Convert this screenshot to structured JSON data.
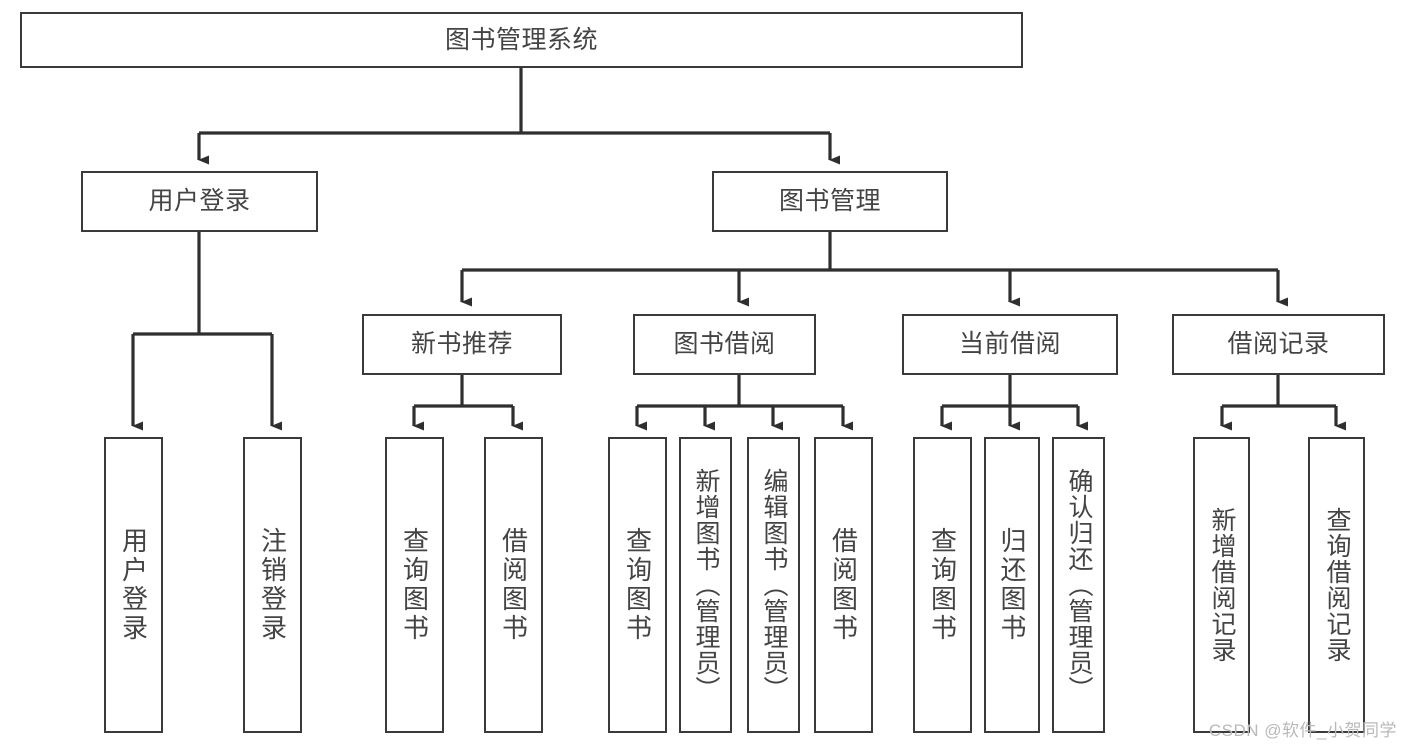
{
  "diagram": {
    "title": "图书管理系统",
    "type": "tree-hierarchy",
    "style": {
      "box_border_color": "#3a3a3a",
      "box_fill_color": "#ffffff",
      "connector_color": "#2f2f2f",
      "text_color": "#444444",
      "background_color": "#ffffff"
    },
    "root": {
      "label": "图书管理系统"
    },
    "level1": [
      {
        "label": "用户登录"
      },
      {
        "label": "图书管理"
      }
    ],
    "level2": [
      {
        "label": "新书推荐"
      },
      {
        "label": "图书借阅"
      },
      {
        "label": "当前借阅"
      },
      {
        "label": "借阅记录"
      }
    ],
    "leaves": {
      "user_login": [
        {
          "label": "用户登录"
        },
        {
          "label": "注销登录"
        }
      ],
      "new_book_recommend": [
        {
          "label": "查询图书"
        },
        {
          "label": "借阅图书"
        }
      ],
      "book_borrow": [
        {
          "label": "查询图书"
        },
        {
          "label": "新增图书（管理员）"
        },
        {
          "label": "编辑图书（管理员）"
        },
        {
          "label": "借阅图书"
        }
      ],
      "current_borrow": [
        {
          "label": "查询图书"
        },
        {
          "label": "归还图书"
        },
        {
          "label": "确认归还（管理员）"
        }
      ],
      "borrow_record": [
        {
          "label": "新增借阅记录"
        },
        {
          "label": "查询借阅记录"
        }
      ]
    }
  },
  "watermark": {
    "text": "CSDN @软件_小贺同学"
  }
}
